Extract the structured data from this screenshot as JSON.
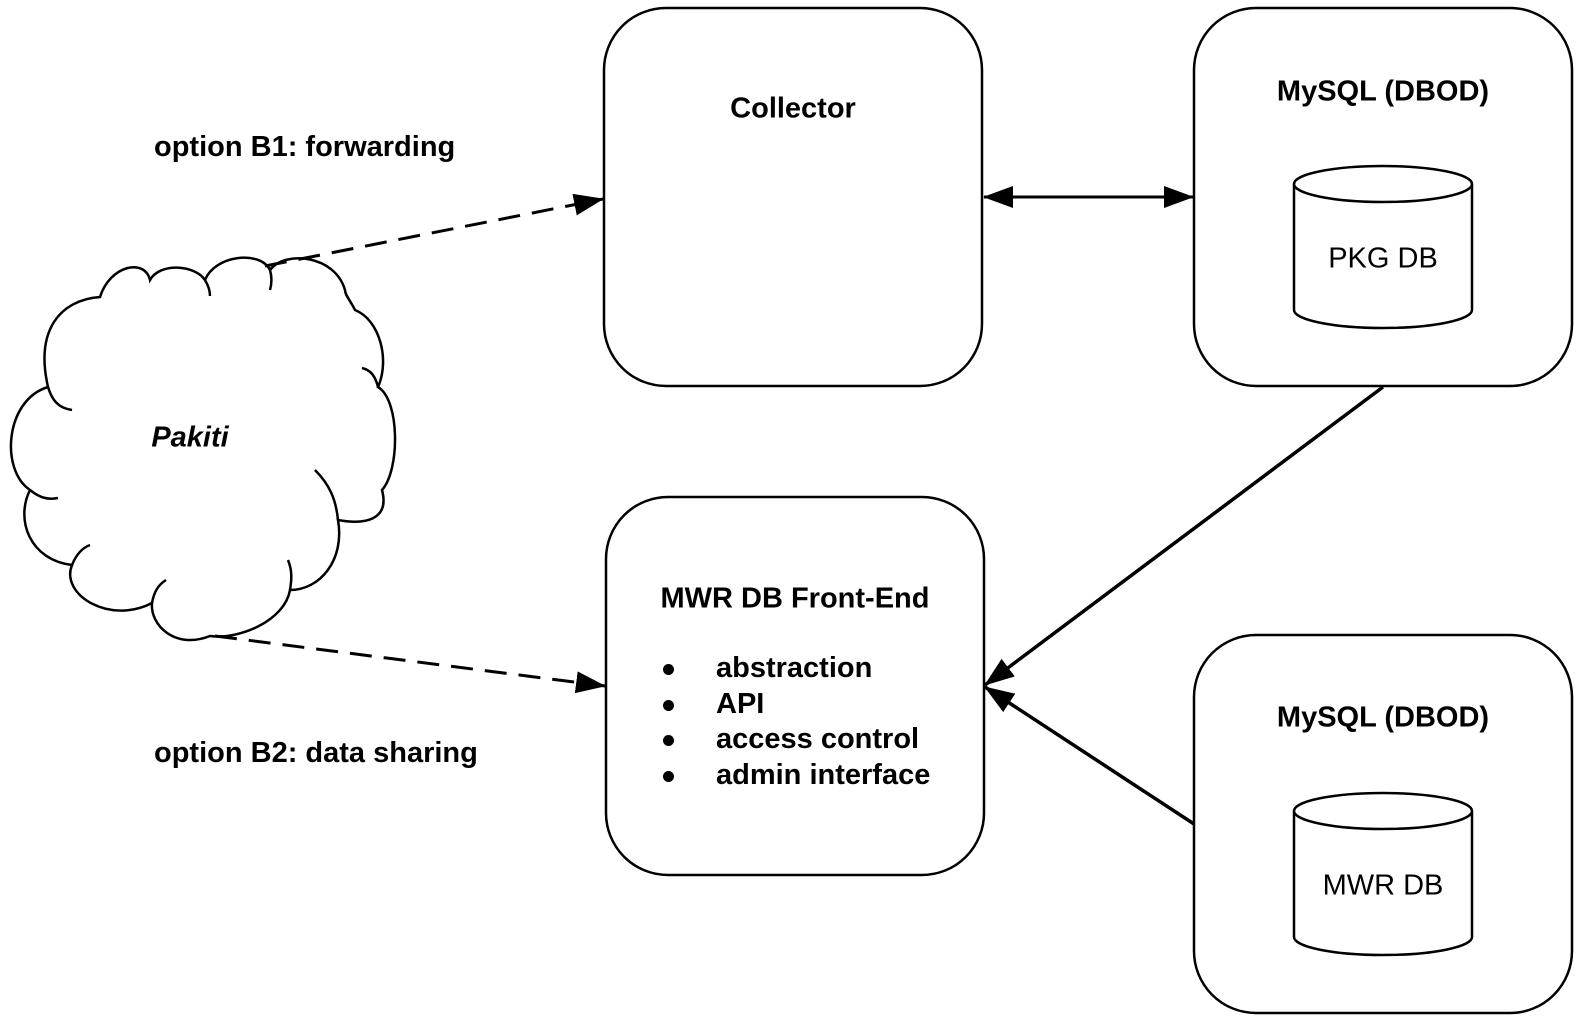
{
  "colors": {
    "stroke": "#000000",
    "background": "#ffffff"
  },
  "cloud": {
    "label": "Pakiti"
  },
  "edges": {
    "option_b1": "option B1: forwarding",
    "option_b2": "option B2: data sharing"
  },
  "collector": {
    "title": "Collector"
  },
  "mysql_top": {
    "title": "MySQL (DBOD)",
    "db": "PKG DB"
  },
  "mysql_bottom": {
    "title": "MySQL (DBOD)",
    "db": "MWR DB"
  },
  "frontend": {
    "title": "MWR DB Front-End",
    "features": [
      "abstraction",
      "API",
      "access control",
      "admin interface"
    ]
  }
}
